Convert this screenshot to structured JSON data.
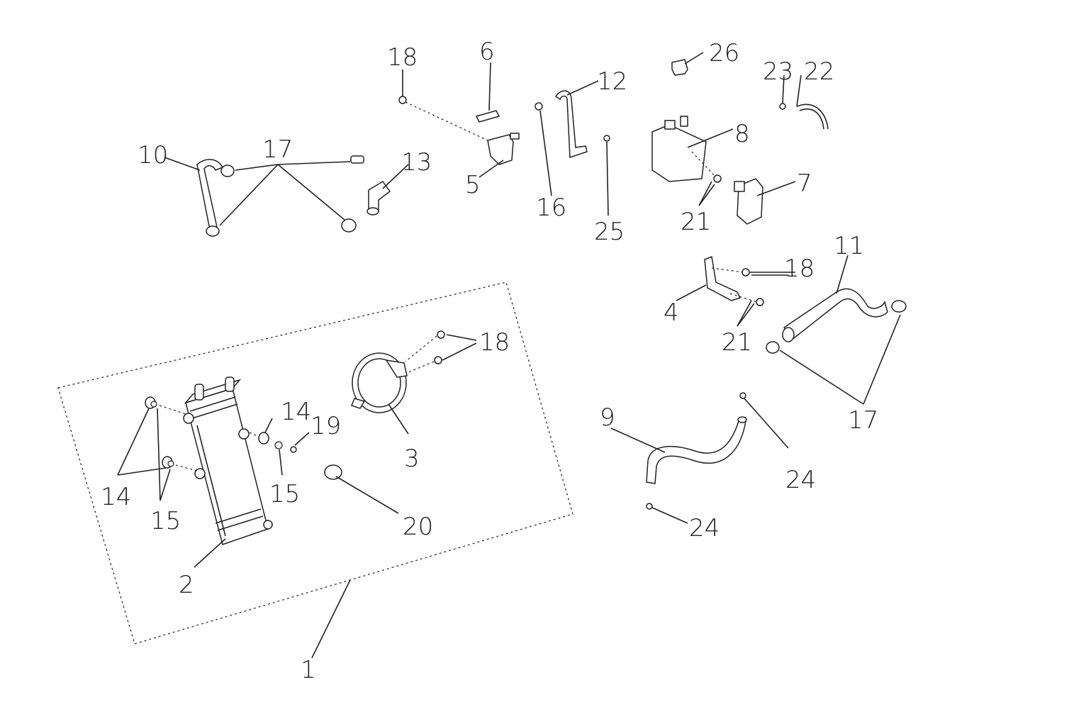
{
  "callouts": {
    "c1": "1",
    "c2": "2",
    "c3": "3",
    "c4": "4",
    "c5": "5",
    "c6": "6",
    "c7": "7",
    "c8": "8",
    "c9": "9",
    "c10": "10",
    "c11": "11",
    "c12": "12",
    "c13": "13",
    "c14a": "14",
    "c14b": "14",
    "c15a": "15",
    "c15b": "15",
    "c16": "16",
    "c17a": "17",
    "c17b": "17",
    "c18a": "18",
    "c18b": "18",
    "c18c": "18",
    "c19": "19",
    "c20": "20",
    "c21a": "21",
    "c21b": "21",
    "c22": "22",
    "c23": "23",
    "c24a": "24",
    "c24b": "24",
    "c25": "25",
    "c26": "26"
  }
}
